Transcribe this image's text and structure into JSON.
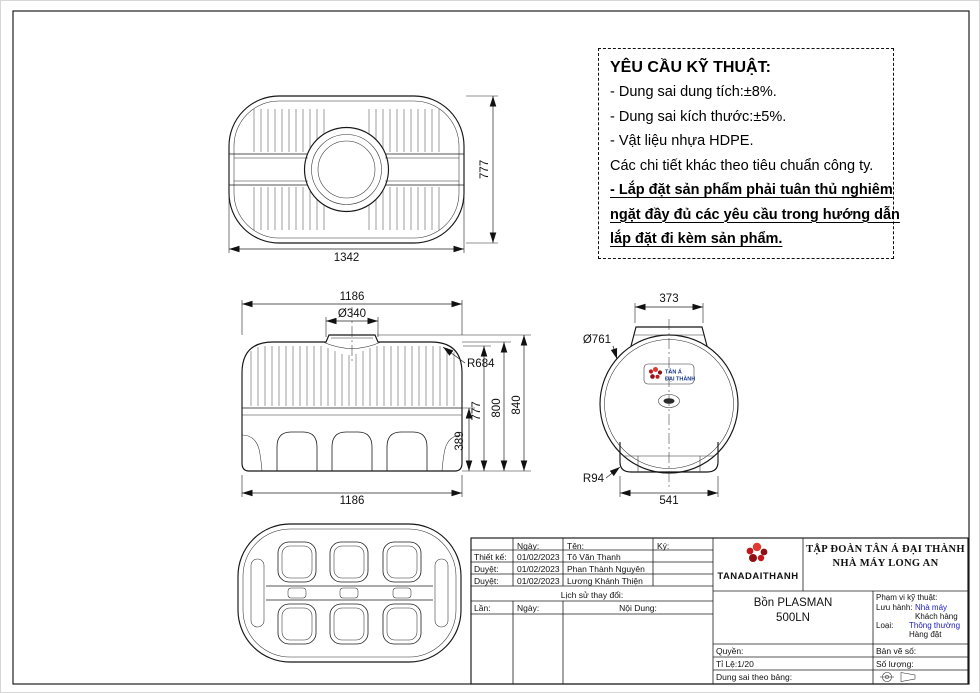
{
  "colors": {
    "line": "#161616",
    "accent_blue": "#1b1bbe",
    "logo_red": "#c4161c"
  },
  "tech": {
    "title": "YÊU CẦU KỸ THUẬT:",
    "lines": [
      "- Dung sai dung tích:±8%.",
      "- Dung sai kích thước:±5%.",
      "- Vật liệu nhựa HDPE.",
      "Các chi tiết khác theo tiêu chuẩn công ty."
    ],
    "warn": [
      "- Lắp đặt sản phẩm phải tuân thủ nghiêm",
      "ngặt đầy đủ các yêu cầu trong hướng dẫn",
      "lắp đặt đi kèm sản phẩm."
    ]
  },
  "dims": {
    "tv_h": "777",
    "tv_w": "1342",
    "sv_w_top": "1186",
    "sv_manhole": "Ø340",
    "sv_r": "R684",
    "sv_h1": "777",
    "sv_h2": "800",
    "sv_h3": "840",
    "sv_h4": "389",
    "sv_w_bot": "1186",
    "ev_top": "373",
    "ev_d": "Ø761",
    "ev_r": "R94",
    "ev_feet": "541"
  },
  "ev_logo": {
    "line1": "TÂN Á",
    "line2": "ĐẠI THÀNH"
  },
  "tb": {
    "h_date": "Ngày:",
    "h_name": "Tên:",
    "h_sign": "Ký:",
    "rows": [
      {
        "label": "Thiết kế:",
        "date": "01/02/2023",
        "name": "Tô Văn Thanh"
      },
      {
        "label": "Duyệt:",
        "date": "01/02/2023",
        "name": "Phan Thành Nguyên"
      },
      {
        "label": "Duyệt:",
        "date": "01/02/2023",
        "name": "Lương Khánh Thiện"
      }
    ],
    "history_title": "Lịch sử thay đổi:",
    "hh_lan": "Lần:",
    "hh_ngay": "Ngày:",
    "hh_noidung": "Nội Dung:",
    "brand": "TANADAITHANH",
    "company1": "TẬP ĐOÀN TÂN Á ĐẠI THÀNH",
    "company2": "NHÀ MÁY LONG AN",
    "product_line1": "Bồn PLASMAN",
    "product_line2": "500LN",
    "scope_title": "Phạm vi kỹ thuật:",
    "luuhanh_label": "Lưu hành:",
    "luuhanh_val1": "Nhà máy",
    "luuhanh_val2": "Khách hàng",
    "loai_label": "Loại:",
    "loai_val1": "Thông thường",
    "loai_val2": "Hàng đặt",
    "quyen": "Quyền:",
    "tile": "Tỉ Lệ:1/20",
    "dungsai": "Dung sai theo bảng:",
    "banve": "Bản vẽ số:",
    "soluong": "Số lượng:"
  }
}
